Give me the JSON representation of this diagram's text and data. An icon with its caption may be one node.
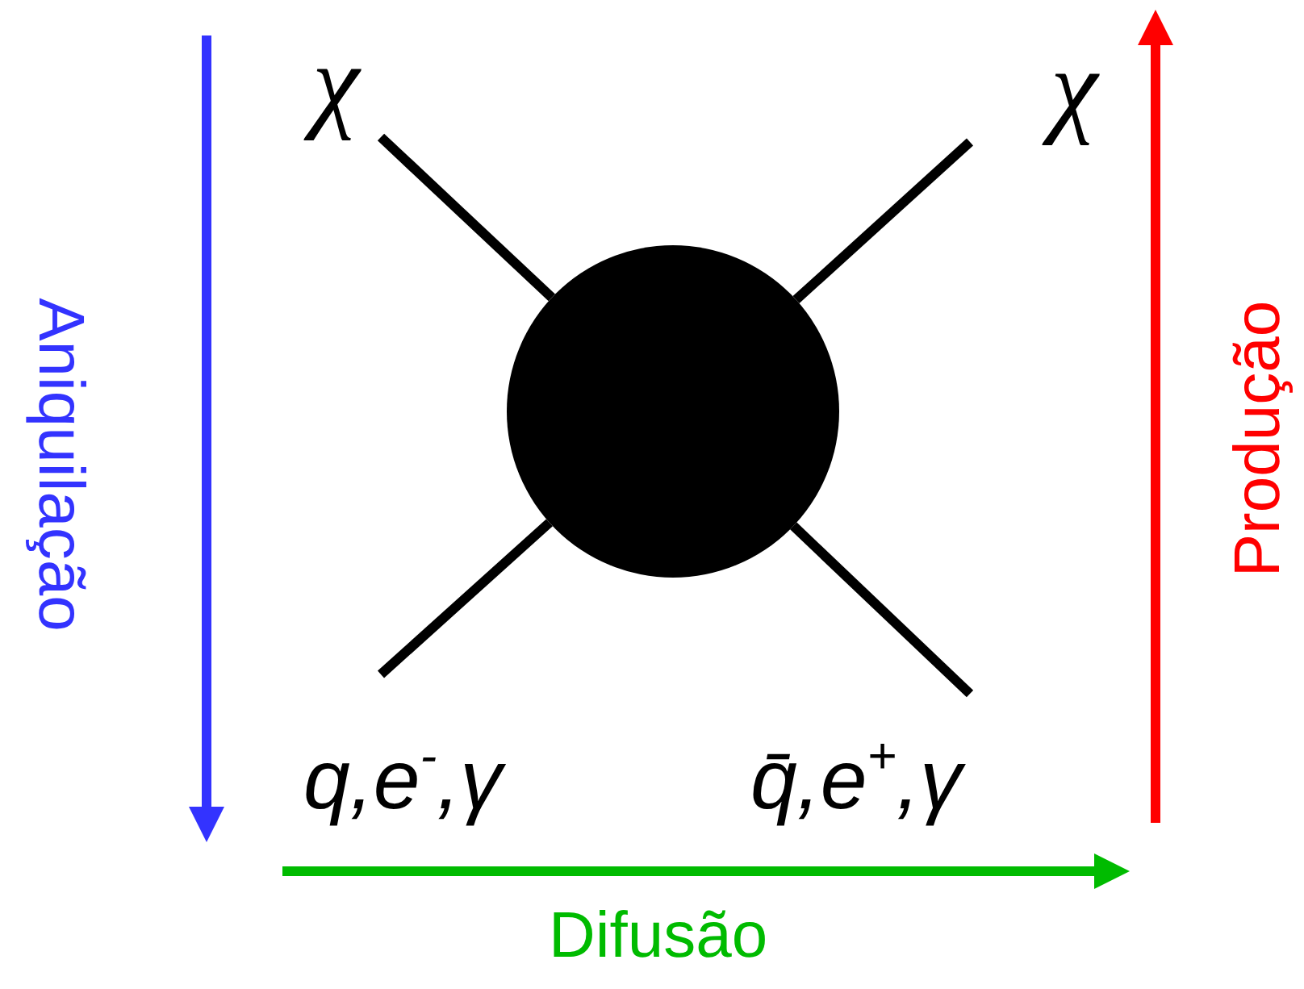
{
  "diagram": {
    "nodes": [
      {
        "text": [
          "χ"
        ]
      },
      {
        "text": [
          "χ"
        ]
      },
      {
        "text": [],
        "shape": "circle"
      },
      {
        "text": [
          "q,e$^{-}$,γ"
        ]
      },
      {
        "text": [
          "q̄,e$^{+}$,γ"
        ]
      }
    ],
    "edges": [
      {
        "from": 0,
        "to": 2,
        "arrow": "none"
      },
      {
        "from": 1,
        "to": 2,
        "arrow": "none"
      },
      {
        "from": 2,
        "to": 3,
        "arrow": "none"
      },
      {
        "from": 2,
        "to": 4,
        "arrow": "none"
      }
    ],
    "labels": [
      "Aniquilação",
      "Produção",
      "Difusão"
    ]
  }
}
